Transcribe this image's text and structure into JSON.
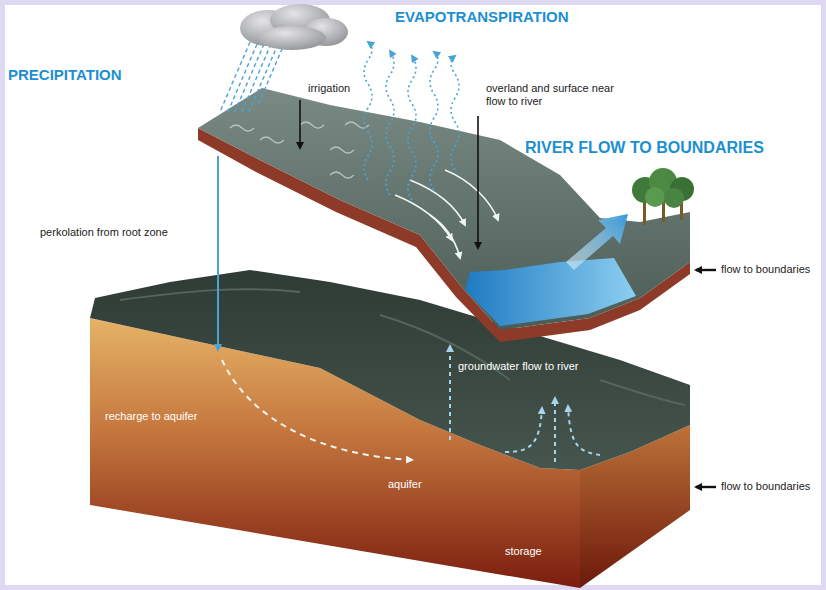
{
  "diagram": {
    "labels": [
      "PRECIPITATION",
      "EVAPOTRANSPIRATION",
      "irrigation",
      "overland and surface near flow to river",
      "RIVER FLOW TO BOUNDARIES",
      "perkolation from root zone",
      "flow to boundaries",
      "groundwater flow to river",
      "recharge to aquifer",
      "aquifer",
      "flow to boundaries",
      "storage"
    ]
  }
}
